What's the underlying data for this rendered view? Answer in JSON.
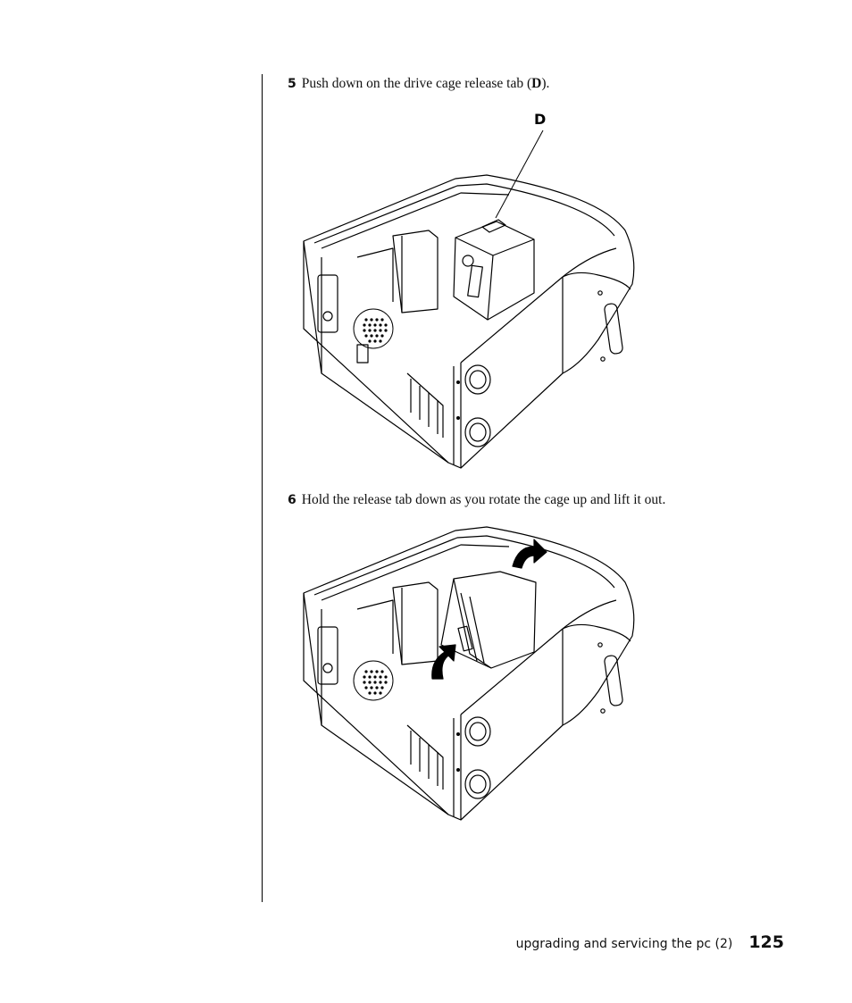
{
  "steps": [
    {
      "number": "5",
      "before": "Push down on the drive cage release tab (",
      "bold": "D",
      "after": ")."
    },
    {
      "number": "6",
      "text": "Hold the release tab down as you rotate the cage up and lift it out."
    }
  ],
  "figure1": {
    "callout": "D"
  },
  "footer": {
    "section": "upgrading and servicing the pc (2)",
    "page": "125"
  }
}
